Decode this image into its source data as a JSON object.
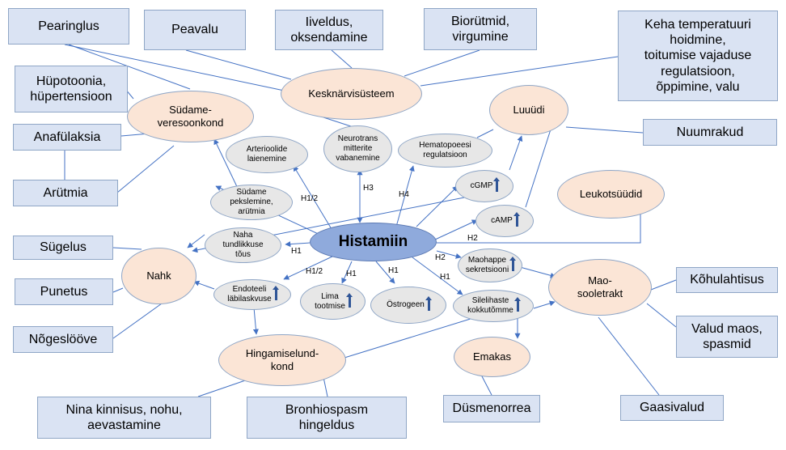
{
  "center": "Histamiin",
  "boxes": {
    "pearinglus": "Pearinglus",
    "peavalu": "Peavalu",
    "iiveldus": "Iiveldus,\noksendamine",
    "biorytmid": "Biorütmid,\nvirgumine",
    "keha": "Keha temperatuuri\nhoidmine,\ntoitumise vajaduse\nregulatsioon,\nõppimine, valu",
    "hypotoonia": "Hüpotoonia,\nhüpertensioon",
    "anafylaksia": "Anafülaksia",
    "arytmia": "Arütmia",
    "nuumrakud": "Nuumrakud",
    "sygelus": "Sügelus",
    "punetus": "Punetus",
    "nogeslööve": "Nõgeslööve",
    "kohulahtisus": "Kõhulahtisus",
    "valud": "Valud maos,\nspasmid",
    "nina": "Nina kinnisus, nohu,\naevastamine",
    "bronhiospasm": "Bronhiospasm\nhingeldus",
    "dysmenorrea": "Düsmenorrea",
    "gaasivalud": "Gaasivalud"
  },
  "organs": {
    "kesknarv": "Kesknärvisüsteem",
    "sydame": "Südame-\nveresoonkond",
    "luuydi": "Luuüdi",
    "leukotsyydid": "Leukotsüüdid",
    "nahk": "Nahk",
    "mao": "Mao-\nsooletrakt",
    "hingamis": "Hingamiselund-\nkond",
    "emakas": "Emakas"
  },
  "effects": {
    "arterioolide": "Arterioolide\nlaienemine",
    "neurotrans": "Neurotrans\nmitterite\nvabanemine",
    "hematopoeesi": "Hematopoeesi\nregulatsioon",
    "cgmp": "cGMP",
    "camp": "cAMP",
    "sydame_peks": "Südame\npekslemine,\narütmia",
    "naha": "Naha\ntundlikkuse\ntõus",
    "maohappe": "Maohappe\nsekretsiooni",
    "endoteeli": "Endoteeli\nläbilaskvuse",
    "lima": "Lima\ntootmise",
    "ostrogeen": "Östrogeen",
    "silelihaste": "Silelihaste\nkokkutõmme"
  },
  "receptors": {
    "h1_2_top": "H1/2",
    "h3": "H3",
    "h4": "H4",
    "h2_camp": "H2",
    "h1_naha": "H1",
    "h1_2_bottom": "H1/2",
    "h1_lima": "H1",
    "h1_ostrogeen": "H1",
    "h2_mao": "H2",
    "h1_sile": "H1"
  }
}
